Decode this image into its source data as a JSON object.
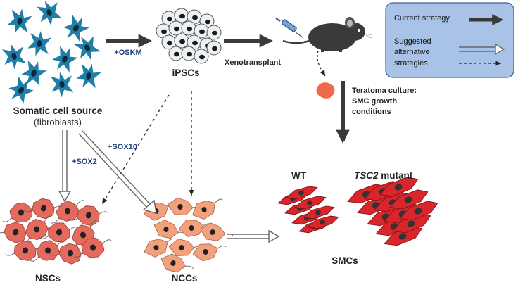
{
  "labels": {
    "somatic_title": "Somatic cell source",
    "somatic_sub": "(fibroblasts)",
    "oskm": "+OSKM",
    "ipscs": "iPSCs",
    "xenotransplant": "Xenotransplant",
    "teratoma_line1": "Teratoma culture:",
    "teratoma_line2": "SMC growth",
    "teratoma_line3": "conditions",
    "sox10": "+SOX10",
    "sox2": "+SOX2",
    "wt": "WT",
    "tsc2_italic": "TSC2",
    "tsc2_rest": " mutant",
    "nscs": "NSCs",
    "nccs": "NCCs",
    "smcs": "SMCs"
  },
  "legend": {
    "current": "Current strategy",
    "suggested_line1": "Suggested",
    "suggested_line2": "alternative",
    "suggested_line3": "strategies"
  },
  "colors": {
    "fibroblast": "#1f7fa8",
    "fibroblast_nucleus": "#0e2a3a",
    "ipsc_fill": "#eef1f3",
    "ipsc_nucleus": "#1a1a1a",
    "nsc": "#e36a5c",
    "ncc": "#f3a07c",
    "smc": "#d8262b",
    "teratoma": "#ef6a4a",
    "mouse": "#3a3a3a",
    "label_blue": "#1f3f7a",
    "legend_bg": "#a9c3e8",
    "legend_border": "#3d5f9a",
    "arrow": "#444444"
  },
  "icons": {
    "syringe": "syringe-icon",
    "mouse": "mouse-icon",
    "teratoma": "teratoma-icon"
  }
}
